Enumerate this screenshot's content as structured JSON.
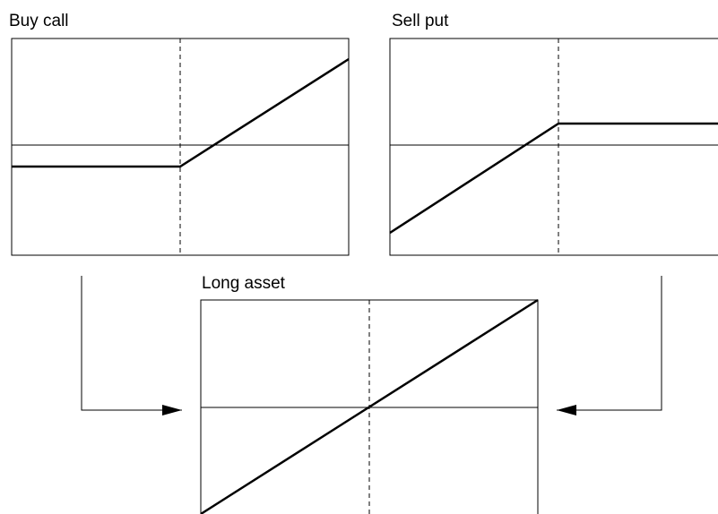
{
  "panels": {
    "buy_call": {
      "title": "Buy call"
    },
    "sell_put": {
      "title": "Sell put"
    },
    "long_asset": {
      "title": "Long asset"
    }
  },
  "colors": {
    "line": "#000000",
    "frame": "#000000",
    "background": "#ffffff"
  }
}
